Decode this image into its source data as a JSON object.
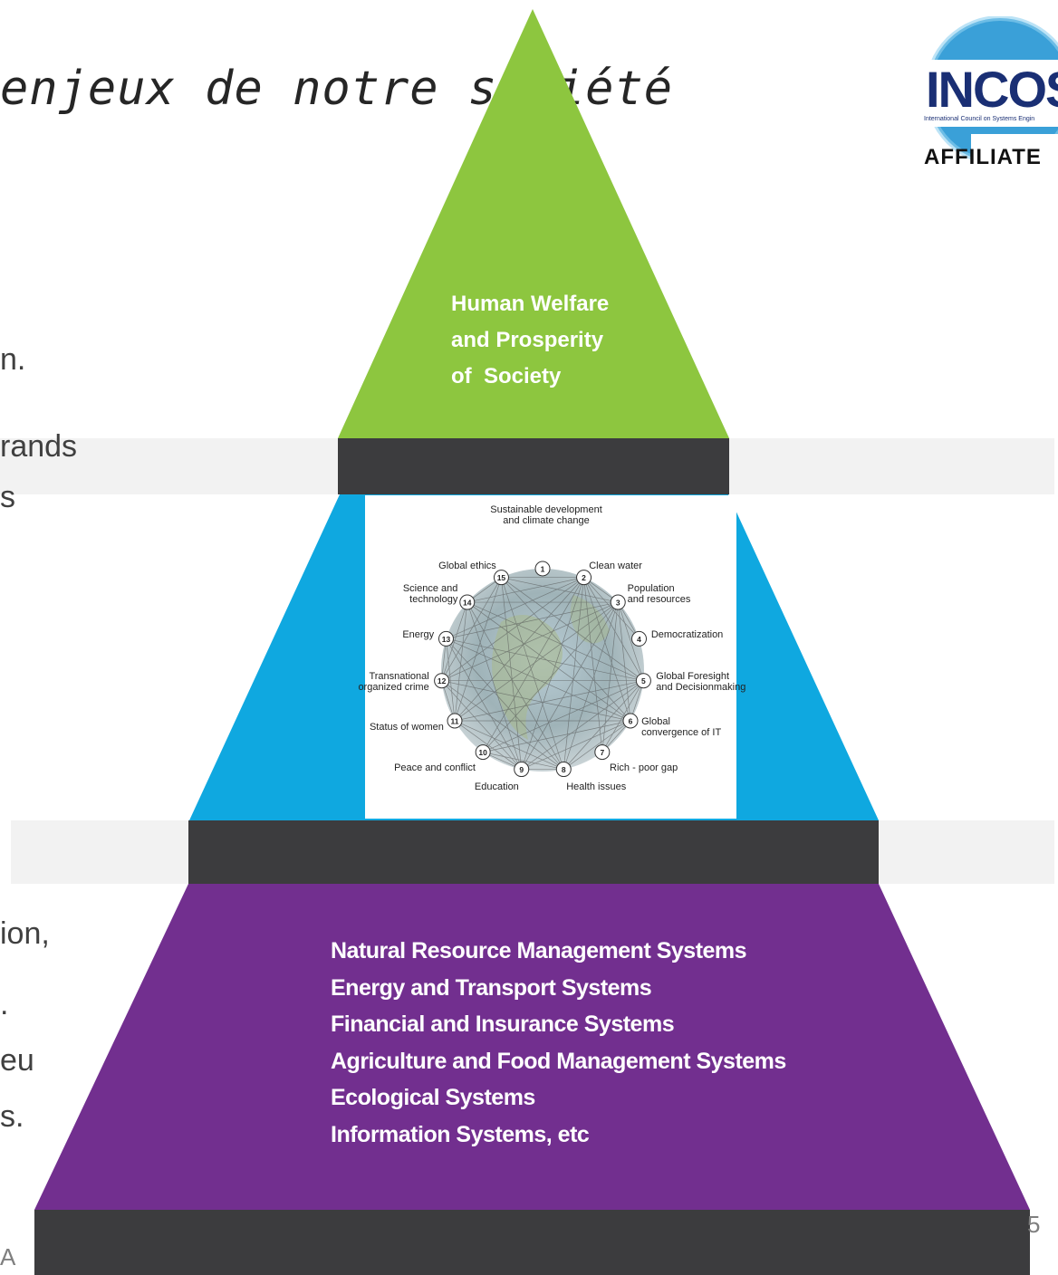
{
  "slide": {
    "title_fragment": "enjeux de notre société",
    "body_fragments": [
      "n.",
      "rands",
      "s",
      "ion,",
      ".",
      "eu",
      "s."
    ],
    "corner_letter": "A",
    "page_number": "5"
  },
  "logo": {
    "word": "INCOS",
    "subtitle": "International Council on Systems Engin",
    "affiliate": "AFFILIATE"
  },
  "pyramid": {
    "colors": {
      "top": "#8dc63f",
      "middle": "#0fa8e0",
      "bottom": "#722f8f",
      "bar": "#3c3c3e"
    },
    "top_text": [
      "Human Welfare",
      "and Prosperity",
      "of  Society"
    ],
    "bottom_text": [
      "Natural Resource Management Systems",
      "Energy and Transport Systems",
      "Financial and Insurance Systems",
      "Agriculture and Food Management Systems",
      "Ecological Systems",
      "Information Systems, etc"
    ]
  },
  "challenges": {
    "header": [
      "Sustainable development",
      "and climate change"
    ],
    "items": [
      {
        "n": "1",
        "label": ""
      },
      {
        "n": "2",
        "label": "Clean water"
      },
      {
        "n": "3",
        "label": "Population\nand resources"
      },
      {
        "n": "4",
        "label": "Democratization"
      },
      {
        "n": "5",
        "label": "Global Foresight\nand Decisionmaking"
      },
      {
        "n": "6",
        "label": "Global\nconvergence of IT"
      },
      {
        "n": "7",
        "label": "Rich - poor gap"
      },
      {
        "n": "8",
        "label": "Health issues"
      },
      {
        "n": "9",
        "label": "Education"
      },
      {
        "n": "10",
        "label": "Peace and conflict"
      },
      {
        "n": "11",
        "label": "Status of women"
      },
      {
        "n": "12",
        "label": "Transnational\norganized crime"
      },
      {
        "n": "13",
        "label": "Energy"
      },
      {
        "n": "14",
        "label": "Science and\ntechnology"
      },
      {
        "n": "15",
        "label": "Global ethics"
      }
    ]
  }
}
